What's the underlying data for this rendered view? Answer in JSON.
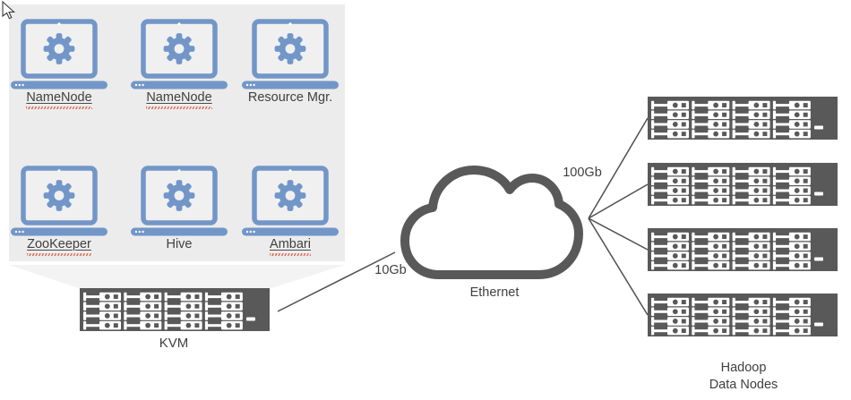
{
  "diagram": {
    "vm_panel": {
      "nodes": [
        {
          "label": "NameNode",
          "misspelled": true
        },
        {
          "label": "NameNode",
          "misspelled": true
        },
        {
          "label": "Resource Mgr.",
          "misspelled": false
        },
        {
          "label": "ZooKeeper",
          "misspelled": true
        },
        {
          "label": "Hive",
          "misspelled": false
        },
        {
          "label": "Ambari",
          "misspelled": true
        }
      ]
    },
    "kvm_label": "KVM",
    "cloud_label": "Ethernet",
    "links": {
      "kvm_to_cloud_speed": "10Gb",
      "cloud_to_racks_speed": "100Gb"
    },
    "datanodes": {
      "count": 4,
      "label_line1": "Hadoop",
      "label_line2": "Data Nodes"
    },
    "icons": {
      "vm_node": "laptop-gear-icon",
      "server": "rack-server-icon",
      "network": "cloud-icon",
      "pointer": "arrow-cursor-icon"
    },
    "colors": {
      "accent_blue": "#7296C8",
      "dark_gray": "#595959",
      "panel_gray": "#ECECEC",
      "funnel_gray": "#F3F3F3",
      "text_gray": "#3F3F3F",
      "spellcheck_red": "#E26A55",
      "line_gray": "#4F4F4F"
    }
  }
}
